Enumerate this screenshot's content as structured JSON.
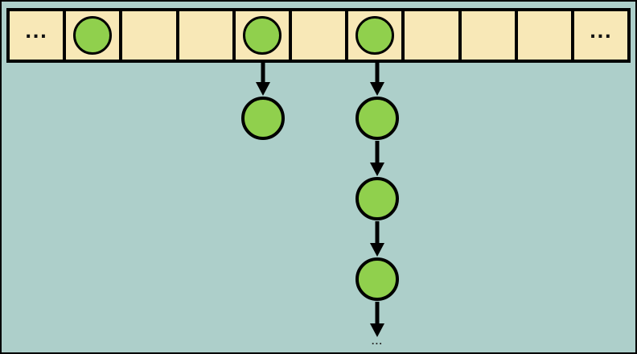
{
  "diagram": {
    "type": "hash-table-separate-chaining",
    "colors": {
      "background": "#adcfca",
      "cell_fill": "#f8e8b7",
      "node_fill": "#90d04d",
      "stroke": "#000000"
    },
    "array": {
      "cell_count": 11,
      "cells": [
        {
          "label": "...",
          "has_node": false
        },
        {
          "label": "",
          "has_node": true
        },
        {
          "label": "",
          "has_node": false
        },
        {
          "label": "",
          "has_node": false
        },
        {
          "label": "",
          "has_node": true
        },
        {
          "label": "",
          "has_node": false
        },
        {
          "label": "",
          "has_node": true
        },
        {
          "label": "",
          "has_node": false
        },
        {
          "label": "",
          "has_node": false
        },
        {
          "label": "",
          "has_node": false
        },
        {
          "label": "...",
          "has_node": false
        }
      ]
    },
    "chains": [
      {
        "bucket_index": 4,
        "node_count": 1,
        "continues": false,
        "ellipsis": ""
      },
      {
        "bucket_index": 6,
        "node_count": 3,
        "continues": true,
        "ellipsis": "..."
      }
    ]
  }
}
